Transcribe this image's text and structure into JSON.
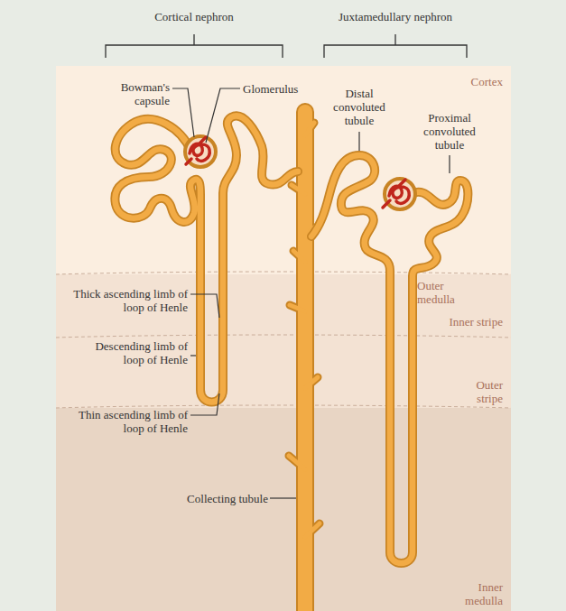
{
  "diagram": {
    "labels": [
      "Cortical nephron",
      "Juxtamedullary nephron",
      "Cortex",
      "Bowman's capsule",
      "Glomerulus",
      "Distal convoluted tubule",
      "Proximal convoluted tubule",
      "Thick ascending limb of loop of Henle",
      "Descending limb of loop of Henle",
      "Thin ascending limb of loop of Henle",
      "Collecting tubule",
      "Outer medulla",
      "Inner stripe",
      "Outer stripe",
      "Inner medulla"
    ]
  }
}
